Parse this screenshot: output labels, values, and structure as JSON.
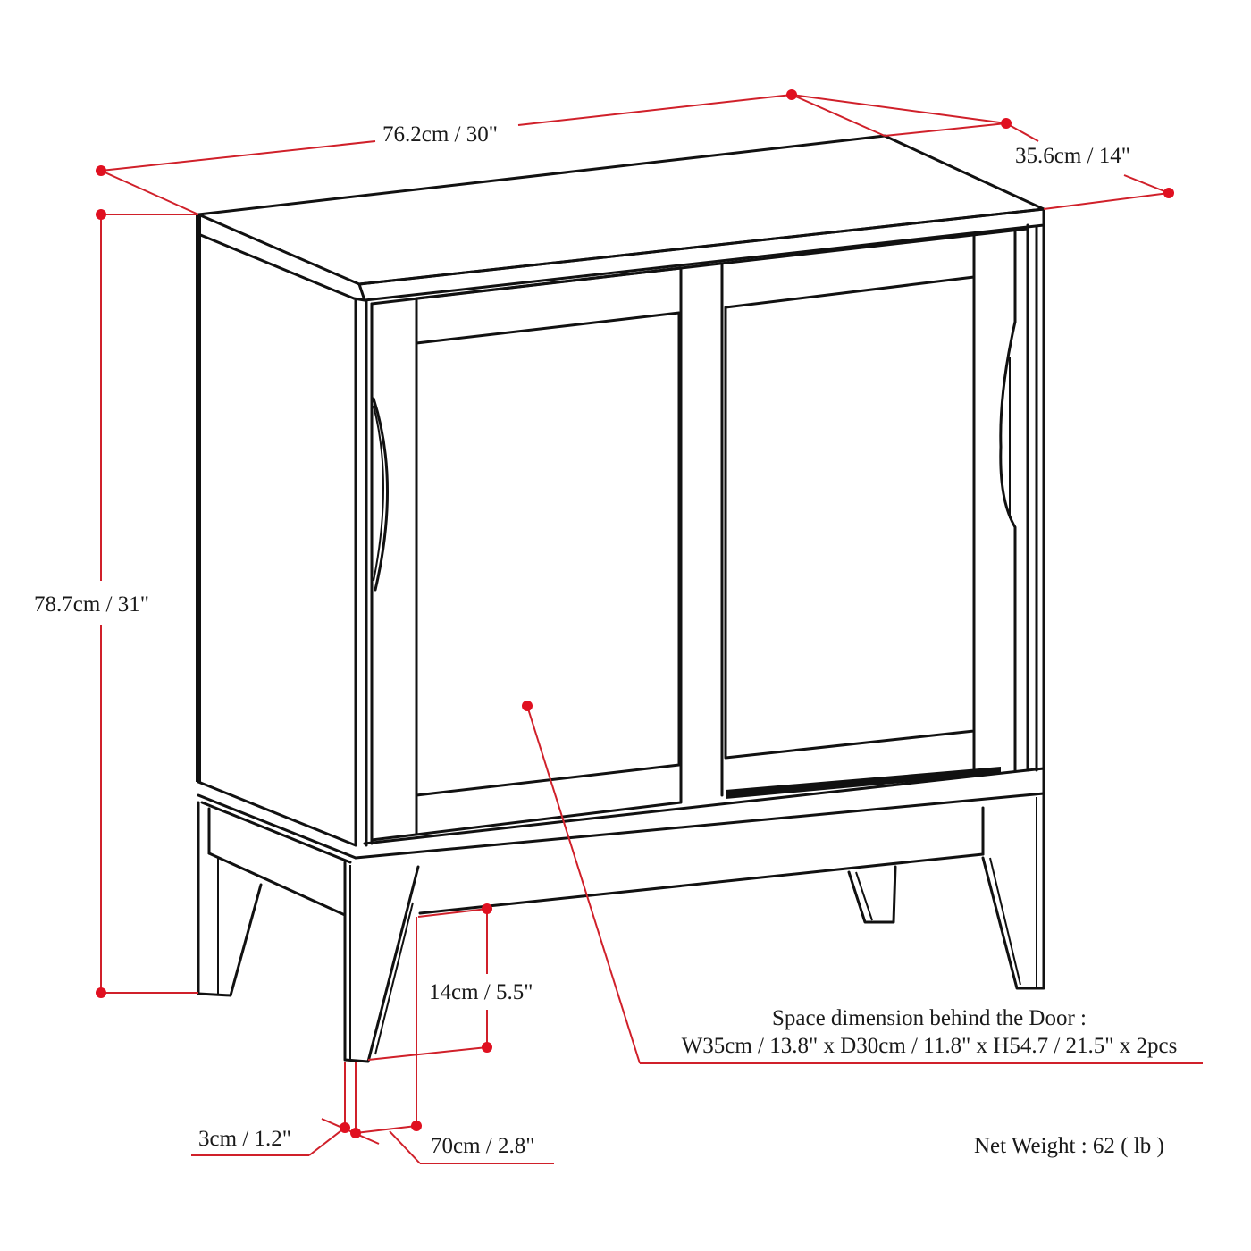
{
  "diagram": {
    "subject": "Two-door storage cabinet dimension drawing",
    "colors": {
      "line_art": "#111111",
      "dimension_lines": "#d0202a",
      "dimension_dots": "#e01020",
      "text": "#1a1a1a",
      "background": "#ffffff"
    },
    "dimensions": {
      "width": "76.2cm / 30\"",
      "depth": "35.6cm / 14\"",
      "height": "78.7cm / 31\"",
      "leg_height": "14cm / 5.5\"",
      "leg_thickness": "3cm / 1.2\"",
      "leg_width": "70cm / 2.8\""
    },
    "interior_note": {
      "title": "Space dimension behind the Door :",
      "detail": "W35cm / 13.8\" x D30cm / 11.8\" x H54.7 / 21.5\" x 2pcs"
    },
    "weight": {
      "label": "Net Weight : 62 ( lb )"
    }
  }
}
